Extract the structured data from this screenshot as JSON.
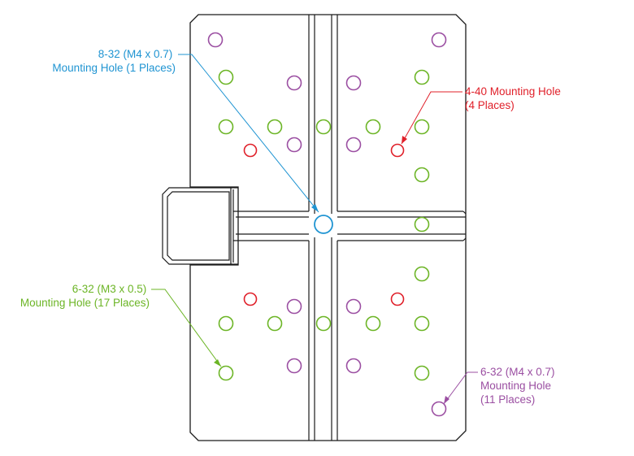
{
  "colors": {
    "outline": "#1a1a1a",
    "blue": "#1f94d2",
    "red": "#e0202a",
    "green": "#6cb526",
    "purple": "#9b4fa2"
  },
  "labels": {
    "blue": {
      "line1": "8-32 (M4 x 0.7)",
      "line2": "Mounting Hole (1 Places)"
    },
    "red": {
      "line1": "4-40 Mounting Hole",
      "line2": "(4 Places)"
    },
    "green": {
      "line1": "6-32 (M3 x 0.5)",
      "line2": "Mounting Hole (17 Places)"
    },
    "purple": {
      "line1": "6-32 (M4 x 0.7)",
      "line2": "Mounting Hole",
      "line3": "(11 Places)"
    }
  }
}
